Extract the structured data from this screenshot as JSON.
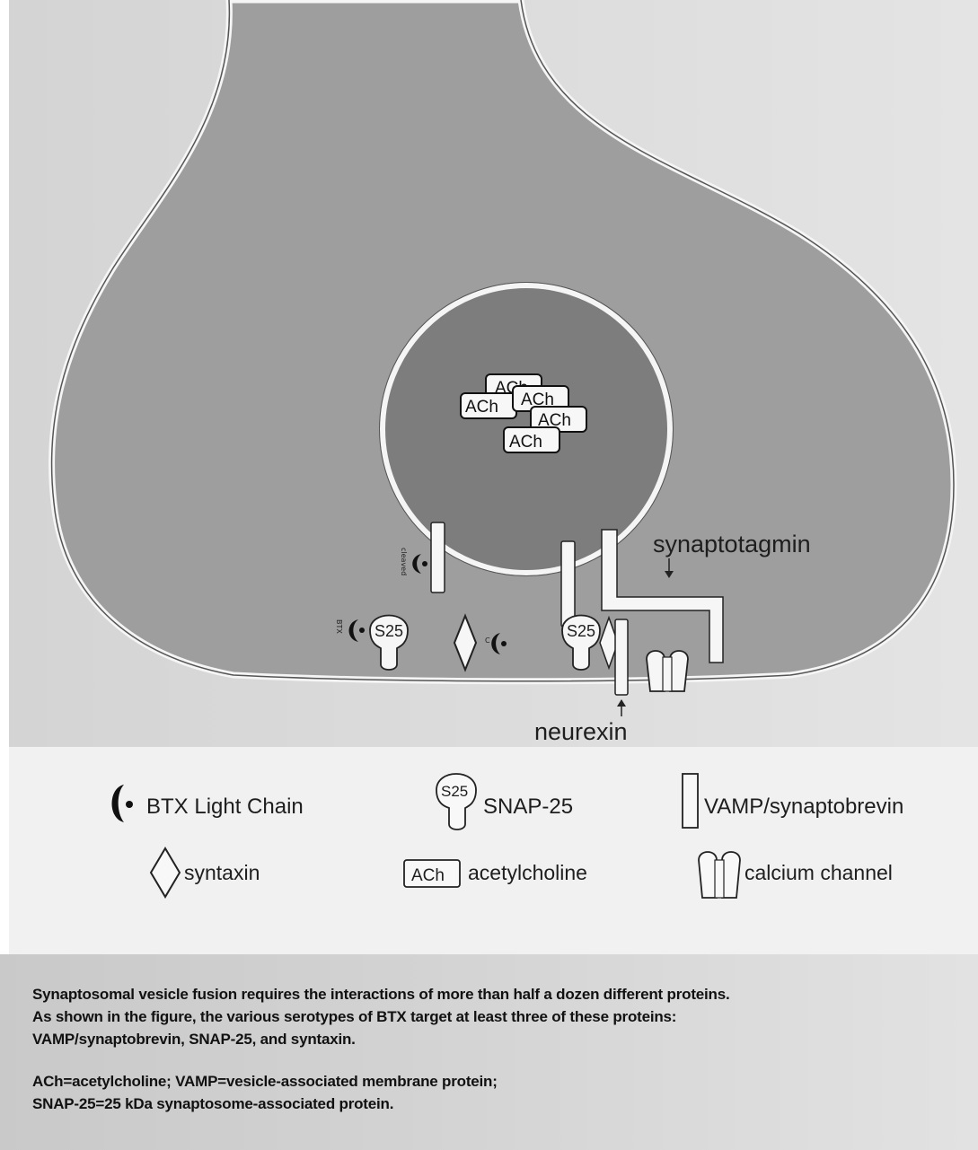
{
  "labels": {
    "synaptotagmin": "synaptotagmin",
    "neurexin": "neurexin",
    "ach": "ACh",
    "s25": "S25"
  },
  "legend": {
    "btx": "BTX Light Chain",
    "snap25": "SNAP-25",
    "vamp": "VAMP/synaptobrevin",
    "syntaxin": "syntaxin",
    "acetylcholine": "acetylcholine",
    "calcium": "calcium channel"
  },
  "caption": {
    "paragraph1": "Synaptosomal vesicle fusion requires the interactions of more than half a dozen different proteins.\nAs shown in the figure, the various serotypes of BTX target at least three of these proteins:\nVAMP/synaptobrevin, SNAP-25, and syntaxin.",
    "paragraph2": "ACh=acetylcholine; VAMP=vesicle-associated membrane protein;\nSNAP-25=25 kDa synaptosome-associated protein."
  },
  "colors": {
    "background_gray": "#dedede",
    "terminal_fill": "#9e9e9e",
    "vesicle_fill": "#7d7d7d",
    "membrane": "#f4f4f4",
    "legend_band": "#f0f0f0",
    "caption_band": "#d0d0d0"
  }
}
